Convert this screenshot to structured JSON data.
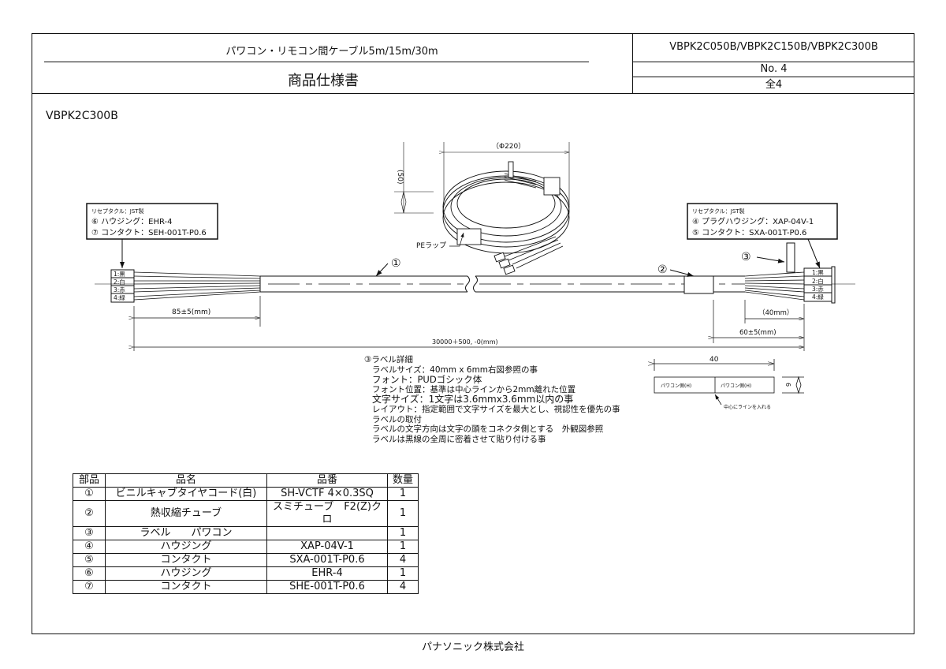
{
  "header": {
    "title": "パワコン・リモコン間ケーブル5m/15m/30m",
    "doc_type": "商品仕様書",
    "models": "VBPK2C050B/VBPK2C150B/VBPK2C300B",
    "page_no": "No. 4",
    "total_pages": "全4"
  },
  "model_heading": "VBPK2C300B",
  "drawing": {
    "left_box": {
      "title": "リセプタクル：JST製",
      "line1": "⑥ ハウジング：EHR-4",
      "line2": "⑦ コンタクト：SEH-001T-P0.6"
    },
    "right_box": {
      "title": "リセプタクル：JST製",
      "line1": "④ プラグハウジング：XAP-04V-1",
      "line2": "⑤ コンタクト：SXA-001T-P0.6"
    },
    "pins": [
      "1:黒",
      "2:白",
      "3:赤",
      "4:緑"
    ],
    "callout_1": "①",
    "callout_2": "②",
    "callout_3": "③",
    "coil_diameter": "（Φ220）",
    "coil_height": "(50)",
    "pe_wrap": "PEラップ",
    "dim_left": "85±5(mm)",
    "dim_total": "30000＋500, -0(mm)",
    "dim_40": "（40mm）",
    "dim_60": "60±5(mm)",
    "label_width": "40",
    "label_height": "6",
    "label_text_left": "パワコン側(H)",
    "label_text_right": "パワコン側(H)",
    "label_center_note": "中心にラインを入れる"
  },
  "label_details": [
    "③ラベル詳細",
    "ラベルサイズ：40mm x 6mm右図参照の事",
    "フォント：PUDゴシック体",
    "フォント位置：基準は中心ラインから2mm離れた位置",
    "文字サイズ：1文字は3.6mmx3.6mm以内の事",
    "レイアウト：指定範囲で文字サイズを最大とし、視認性を優先の事",
    "ラベルの取付",
    "ラベルの文字方向は文字の頭をコネクタ側とする　外観図参照",
    "ラベルは黒線の全周に密着させて貼り付ける事"
  ],
  "parts_table": {
    "headers": [
      "部品",
      "品名",
      "品番",
      "数量"
    ],
    "rows": [
      [
        "①",
        "ビニルキャブタイヤコード(白)",
        "SH-VCTF 4×0.3SQ",
        "1"
      ],
      [
        "②",
        "熱収縮チューブ",
        "スミチューブ　F2(Z)クロ",
        "1"
      ],
      [
        "③",
        "ラベル　　パワコン",
        "",
        "1"
      ],
      [
        "④",
        "ハウジング",
        "XAP-04V-1",
        "1"
      ],
      [
        "⑤",
        "コンタクト",
        "SXA-001T-P0.6",
        "4"
      ],
      [
        "⑥",
        "ハウジング",
        "EHR-4",
        "1"
      ],
      [
        "⑦",
        "コンタクト",
        "SHE-001T-P0.6",
        "4"
      ]
    ]
  },
  "footer": "パナソニック株式会社"
}
